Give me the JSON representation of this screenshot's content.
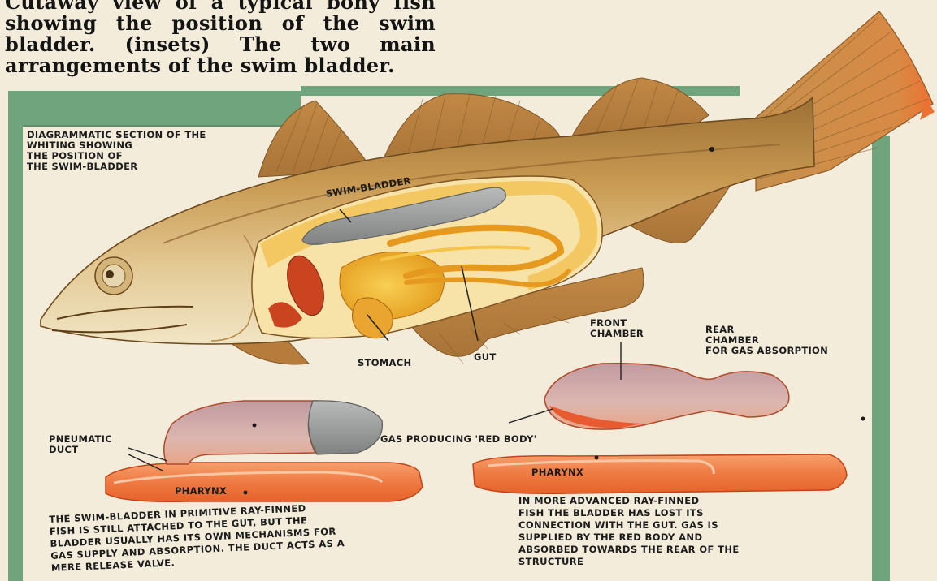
{
  "caption": "Cutaway view of a typical bony fish showing the position of the swim bladder. (insets) The two main arrangements of the swim bladder.",
  "main_figure": {
    "title": "DIAGRAMMATIC SECTION OF THE\nWHITING SHOWING\nTHE POSITION OF\nTHE SWIM-BLADDER",
    "labels": {
      "swim_bladder": "SWIM-BLADDER",
      "stomach": "STOMACH",
      "gut": "GUT"
    }
  },
  "inset_primitive": {
    "labels": {
      "pneumatic_duct": "PNEUMATIC\nDUCT",
      "pharynx": "PHARYNX"
    },
    "note": "THE SWIM-BLADDER IN PRIMITIVE RAY-FINNED\nFISH IS STILL ATTACHED TO THE GUT, BUT THE\nBLADDER USUALLY HAS ITS OWN MECHANISMS FOR\nGAS SUPPLY AND ABSORPTION. THE DUCT ACTS AS A\nMERE RELEASE VALVE."
  },
  "inset_advanced": {
    "labels": {
      "front_chamber": "FRONT\nCHAMBER",
      "rear_chamber": "REAR\nCHAMBER\nFOR GAS ABSORPTION",
      "red_body": "GAS PRODUCING 'RED BODY'",
      "pharynx": "PHARYNX"
    },
    "note": "IN MORE ADVANCED RAY-FINNED\nFISH THE BLADDER HAS LOST ITS\nCONNECTION WITH THE GUT. GAS IS\nSUPPLIED BY THE RED BODY AND\nABSORBED TOWARDS THE REAR OF THE\nSTRUCTURE"
  },
  "colors": {
    "background": "#f3ecda",
    "frame_green": "#6fa47c",
    "fish_body": "#c99a52",
    "fish_belly": "#f1e5c4",
    "organ_yellow": "#f0b229",
    "bladder_grey": "#9fa1a0",
    "pharynx_orange": "#f07840",
    "tail_orange": "#ee7032"
  }
}
